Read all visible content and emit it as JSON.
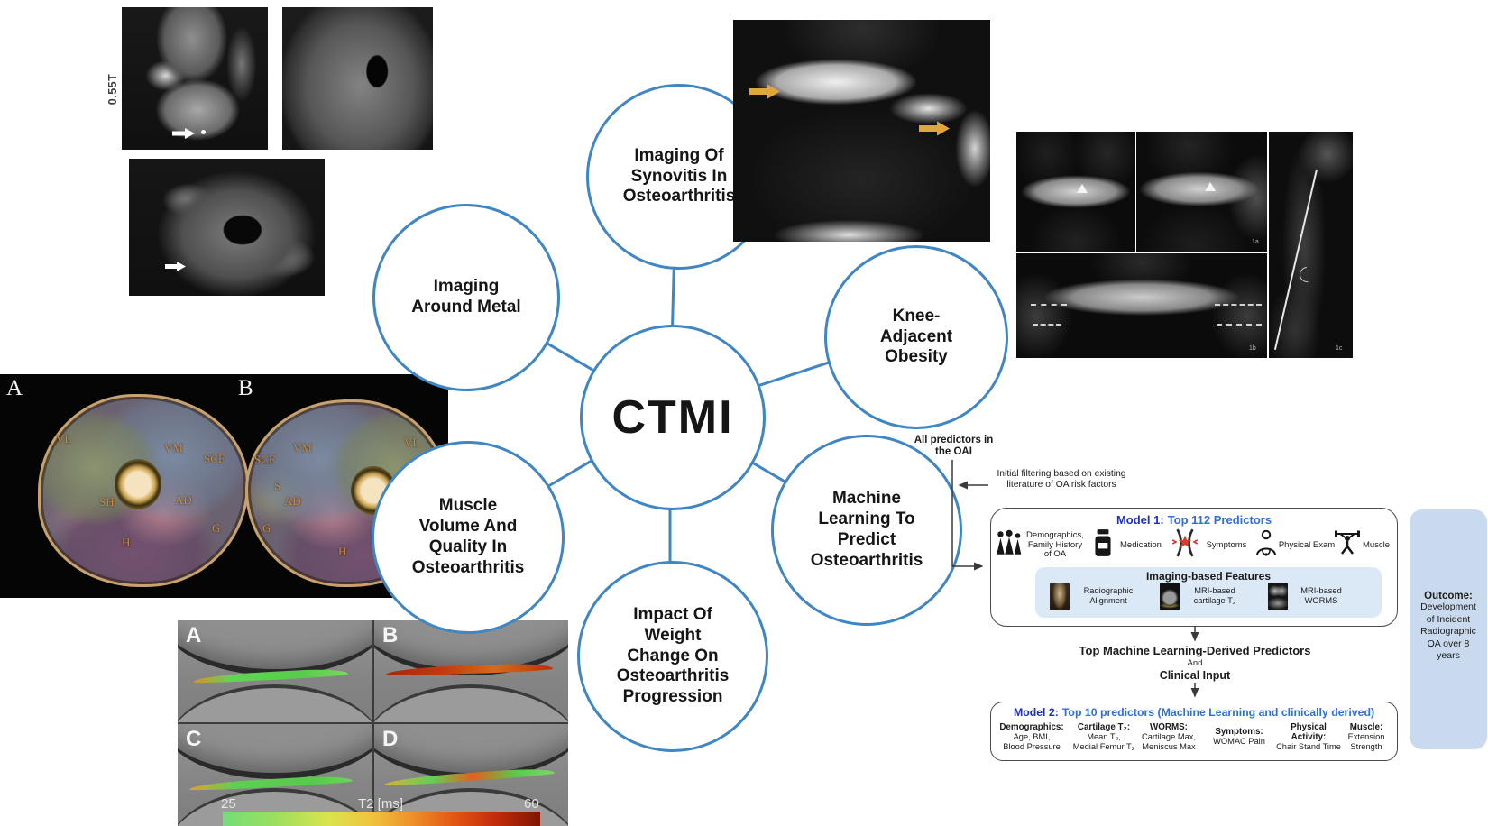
{
  "hub": {
    "label": "CTMI"
  },
  "topics": {
    "synovitis": {
      "label": "Imaging Of\nSynovitis In\nOsteoarthritis"
    },
    "metal": {
      "label": "Imaging\nAround Metal"
    },
    "obesity": {
      "label": "Knee-\nAdjacent\nObesity"
    },
    "muscle": {
      "label": "Muscle\nVolume And\nQuality In\nOsteoarthritis"
    },
    "ml": {
      "label": "Machine\nLearning To\nPredict\nOsteoarthritis"
    },
    "weight": {
      "label": "Impact Of\nWeight\nChange On\nOsteoarthritis\nProgression"
    }
  },
  "metal_figure": {
    "field_strength": "0.55T"
  },
  "muscle_figure": {
    "panel_a": {
      "letter": "A",
      "labels": {
        "vl": "VL",
        "vm": "VM",
        "scf": "SCF",
        "sh": "SH",
        "ad": "AD",
        "g": "G",
        "h": "H"
      }
    },
    "panel_b": {
      "letter": "B",
      "labels": {
        "scf": "SCF",
        "vm": "VM",
        "vl": "VL",
        "s": "S",
        "ad": "AD",
        "g": "G",
        "h": "H"
      }
    }
  },
  "t2_figure": {
    "panel_a": "A",
    "panel_b": "B",
    "panel_c": "C",
    "panel_d": "D",
    "colorbar_min": "25",
    "colorbar_title": "T2 [ms]",
    "colorbar_max": "60"
  },
  "knee_figure": {
    "label_1a": "1a",
    "label_1b": "1b",
    "label_1c": "1c"
  },
  "flowchart": {
    "input": "All predictors in\nthe OAI",
    "filter_note": "Initial filtering based on existing\nliterature of OA risk factors",
    "model1_title_prefix": "Model 1:",
    "model1_title_rest": "Top 112 Predictors",
    "predictors": {
      "demographics": "Demographics,\nFamily History\nof OA",
      "medication": "Medication",
      "symptoms": "Symptoms",
      "physical_exam": "Physical Exam",
      "muscle": "Muscle"
    },
    "imaging_title": "Imaging-based Features",
    "imaging_items": {
      "radiographic": "Radiographic\nAlignment",
      "cartilage": "MRI-based\ncartilage T₂",
      "worms": "MRI-based\nWORMS"
    },
    "mid_line1": "Top Machine Learning-Derived Predictors",
    "mid_line2": "And",
    "mid_line3": "Clinical Input",
    "model2_title_prefix": "Model 2:",
    "model2_title_rest": "Top 10 predictors (Machine Learning and clinically derived)",
    "model2_columns": {
      "demographics": {
        "head": "Demographics:",
        "body": "Age, BMI,\nBlood Pressure"
      },
      "cartilage": {
        "head": "Cartilage T₂:",
        "body": "Mean T₂,\nMedial Femur T₂"
      },
      "worms": {
        "head": "WORMS:",
        "body": "Cartilage Max,\nMeniscus Max"
      },
      "symptoms": {
        "head": "Symptoms:",
        "body": "WOMAC Pain"
      },
      "activity": {
        "head": "Physical\nActivity:",
        "body": "Chair Stand Time"
      },
      "muscle": {
        "head": "Muscle:",
        "body": "Extension\nStrength"
      }
    },
    "outcome_head": "Outcome:",
    "outcome_body": "Development\nof Incident\nRadiographic\nOA over 8\nyears"
  },
  "colors": {
    "node_stroke": "#3f86c2",
    "model_title_prefix": "#1b2fc0",
    "model_title_rest": "#2f6fd8",
    "highlight_arrow": "#e2a43c",
    "imaging_box_bg": "#dbe9f6",
    "outcome_box_bg": "#c9daee"
  }
}
